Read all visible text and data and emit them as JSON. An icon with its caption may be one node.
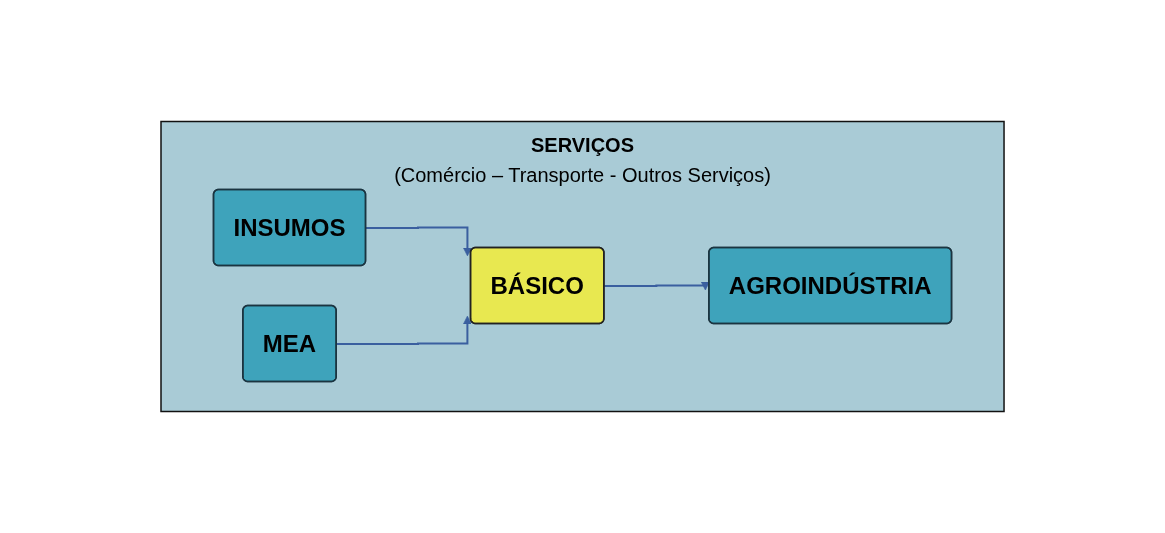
{
  "diagram": {
    "nodes": [
      {
        "text": [
          "SERVIÇOS",
          "(Comércio – Transporte - Outros Serviços)"
        ]
      },
      {
        "text": [
          "INSUMOS"
        ],
        "in": 0
      },
      {
        "text": [
          "MEA"
        ],
        "in": 0
      },
      {
        "text": [
          "BÁSICO"
        ],
        "in": 0
      },
      {
        "text": [
          "AGROINDÚSTRIA"
        ],
        "in": 0
      }
    ],
    "edges": [
      {
        "from": 1,
        "to": 3,
        "arrow": "to"
      },
      {
        "from": 2,
        "to": 3,
        "arrow": "to"
      },
      {
        "from": 3,
        "to": 4,
        "arrow": "to"
      }
    ]
  }
}
